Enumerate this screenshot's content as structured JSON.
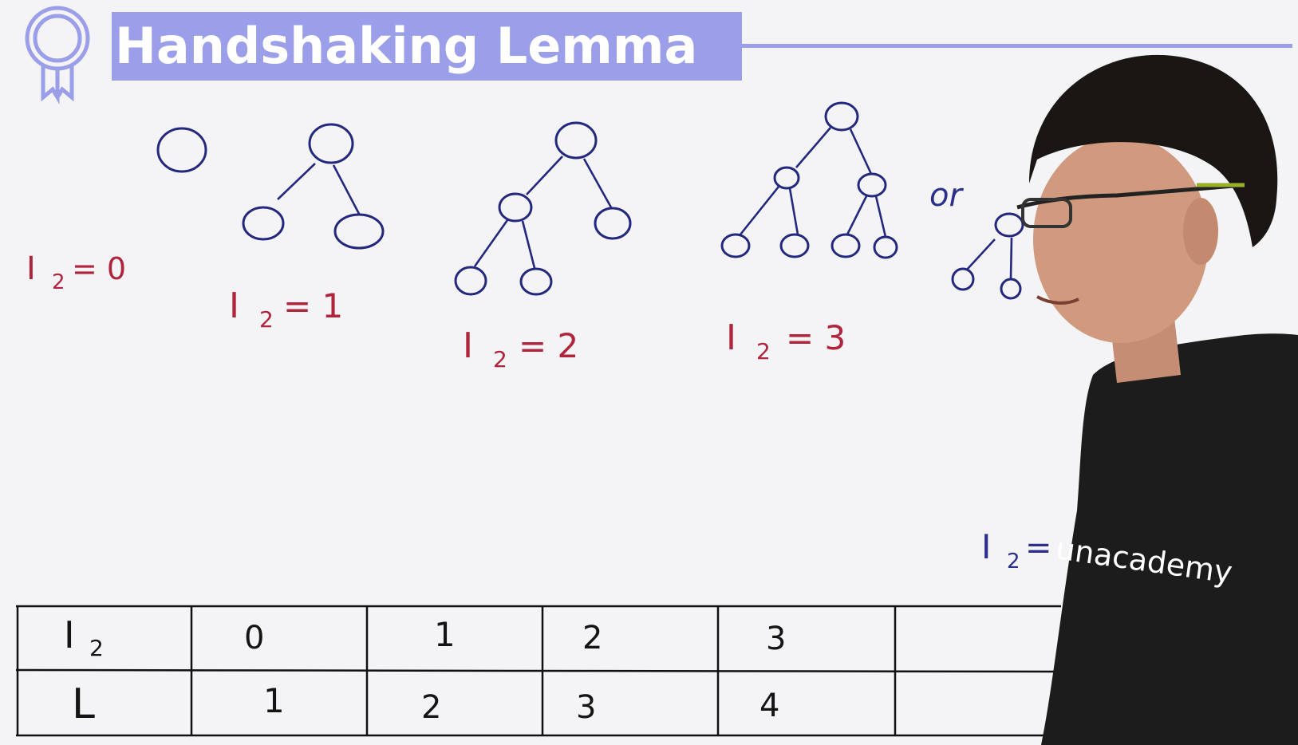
{
  "title": "Handshaking Lemma",
  "labels": {
    "i2_symbol": "I",
    "sub": "2",
    "eq0": "= 0",
    "eq1": "= 1",
    "eq2": "= 2",
    "eq3": "= 3",
    "eq_partial": "=",
    "or": "or"
  },
  "table": {
    "row_headers": [
      "I",
      "L"
    ],
    "row_header_sub": "2",
    "i2_values": [
      "0",
      "1",
      "2",
      "3",
      ""
    ],
    "l_values": [
      "1",
      "2",
      "3",
      "4",
      ""
    ]
  },
  "brand": "unacademy",
  "colors": {
    "title_bg": "#9b9ee8",
    "marker_red": "#b0243c",
    "marker_blue": "#23287e",
    "shirt": "#1c1c1c"
  },
  "icons": [
    "ribbon-badge-icon"
  ]
}
